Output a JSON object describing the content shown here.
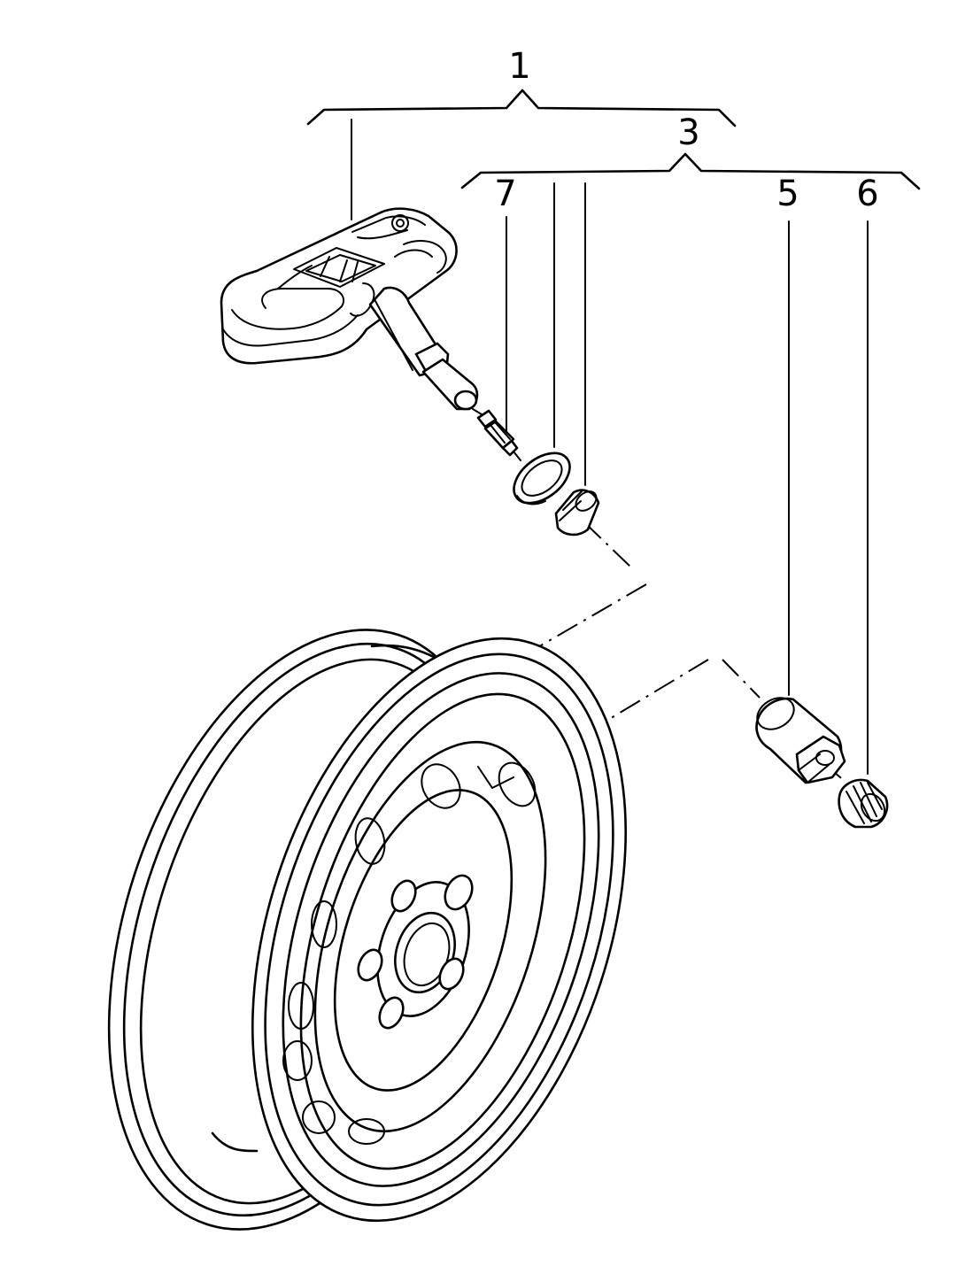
{
  "diagram": {
    "callouts": [
      {
        "id": "1",
        "label": "1"
      },
      {
        "id": "3",
        "label": "3"
      },
      {
        "id": "7",
        "label": "7"
      },
      {
        "id": "5",
        "label": "5"
      },
      {
        "id": "6",
        "label": "6"
      }
    ],
    "parts": [
      {
        "ref": "1",
        "icon": "tire-pressure-sensor-icon"
      },
      {
        "ref": "3",
        "icon": "valve-kit-icon"
      },
      {
        "ref": "5",
        "icon": "valve-nut-icon"
      },
      {
        "ref": "6",
        "icon": "valve-cap-icon"
      },
      {
        "ref": "7",
        "icon": "valve-core-icon"
      },
      {
        "ref": "",
        "icon": "steel-wheel-rim-icon"
      }
    ],
    "line_color": "#000000",
    "background": "#ffffff"
  }
}
